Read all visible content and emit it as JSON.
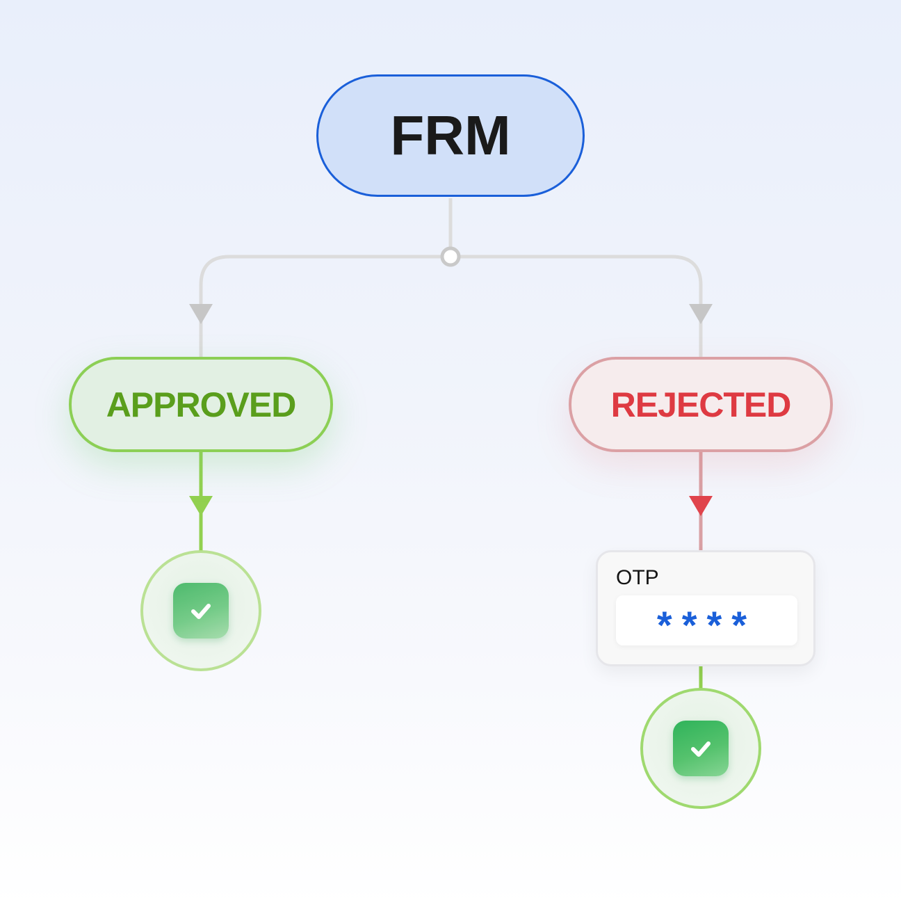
{
  "diagram": {
    "root": {
      "label": "FRM"
    },
    "branches": {
      "approved": {
        "label": "APPROVED",
        "result_icon": "check-icon"
      },
      "rejected": {
        "label": "REJECTED",
        "otp": {
          "label": "OTP",
          "masked_value": "****"
        },
        "result_icon": "check-icon"
      }
    },
    "colors": {
      "root_fill": "#d1e0f9",
      "root_border": "#1a5fd9",
      "approved_text": "#5a9e1c",
      "approved_border": "#8ccf55",
      "rejected_text": "#de3a42",
      "rejected_border": "#dba0a4",
      "connector_gray": "#d9d9d9",
      "check_green": "#2fb35a",
      "otp_stars": "#1a5fd9"
    }
  }
}
